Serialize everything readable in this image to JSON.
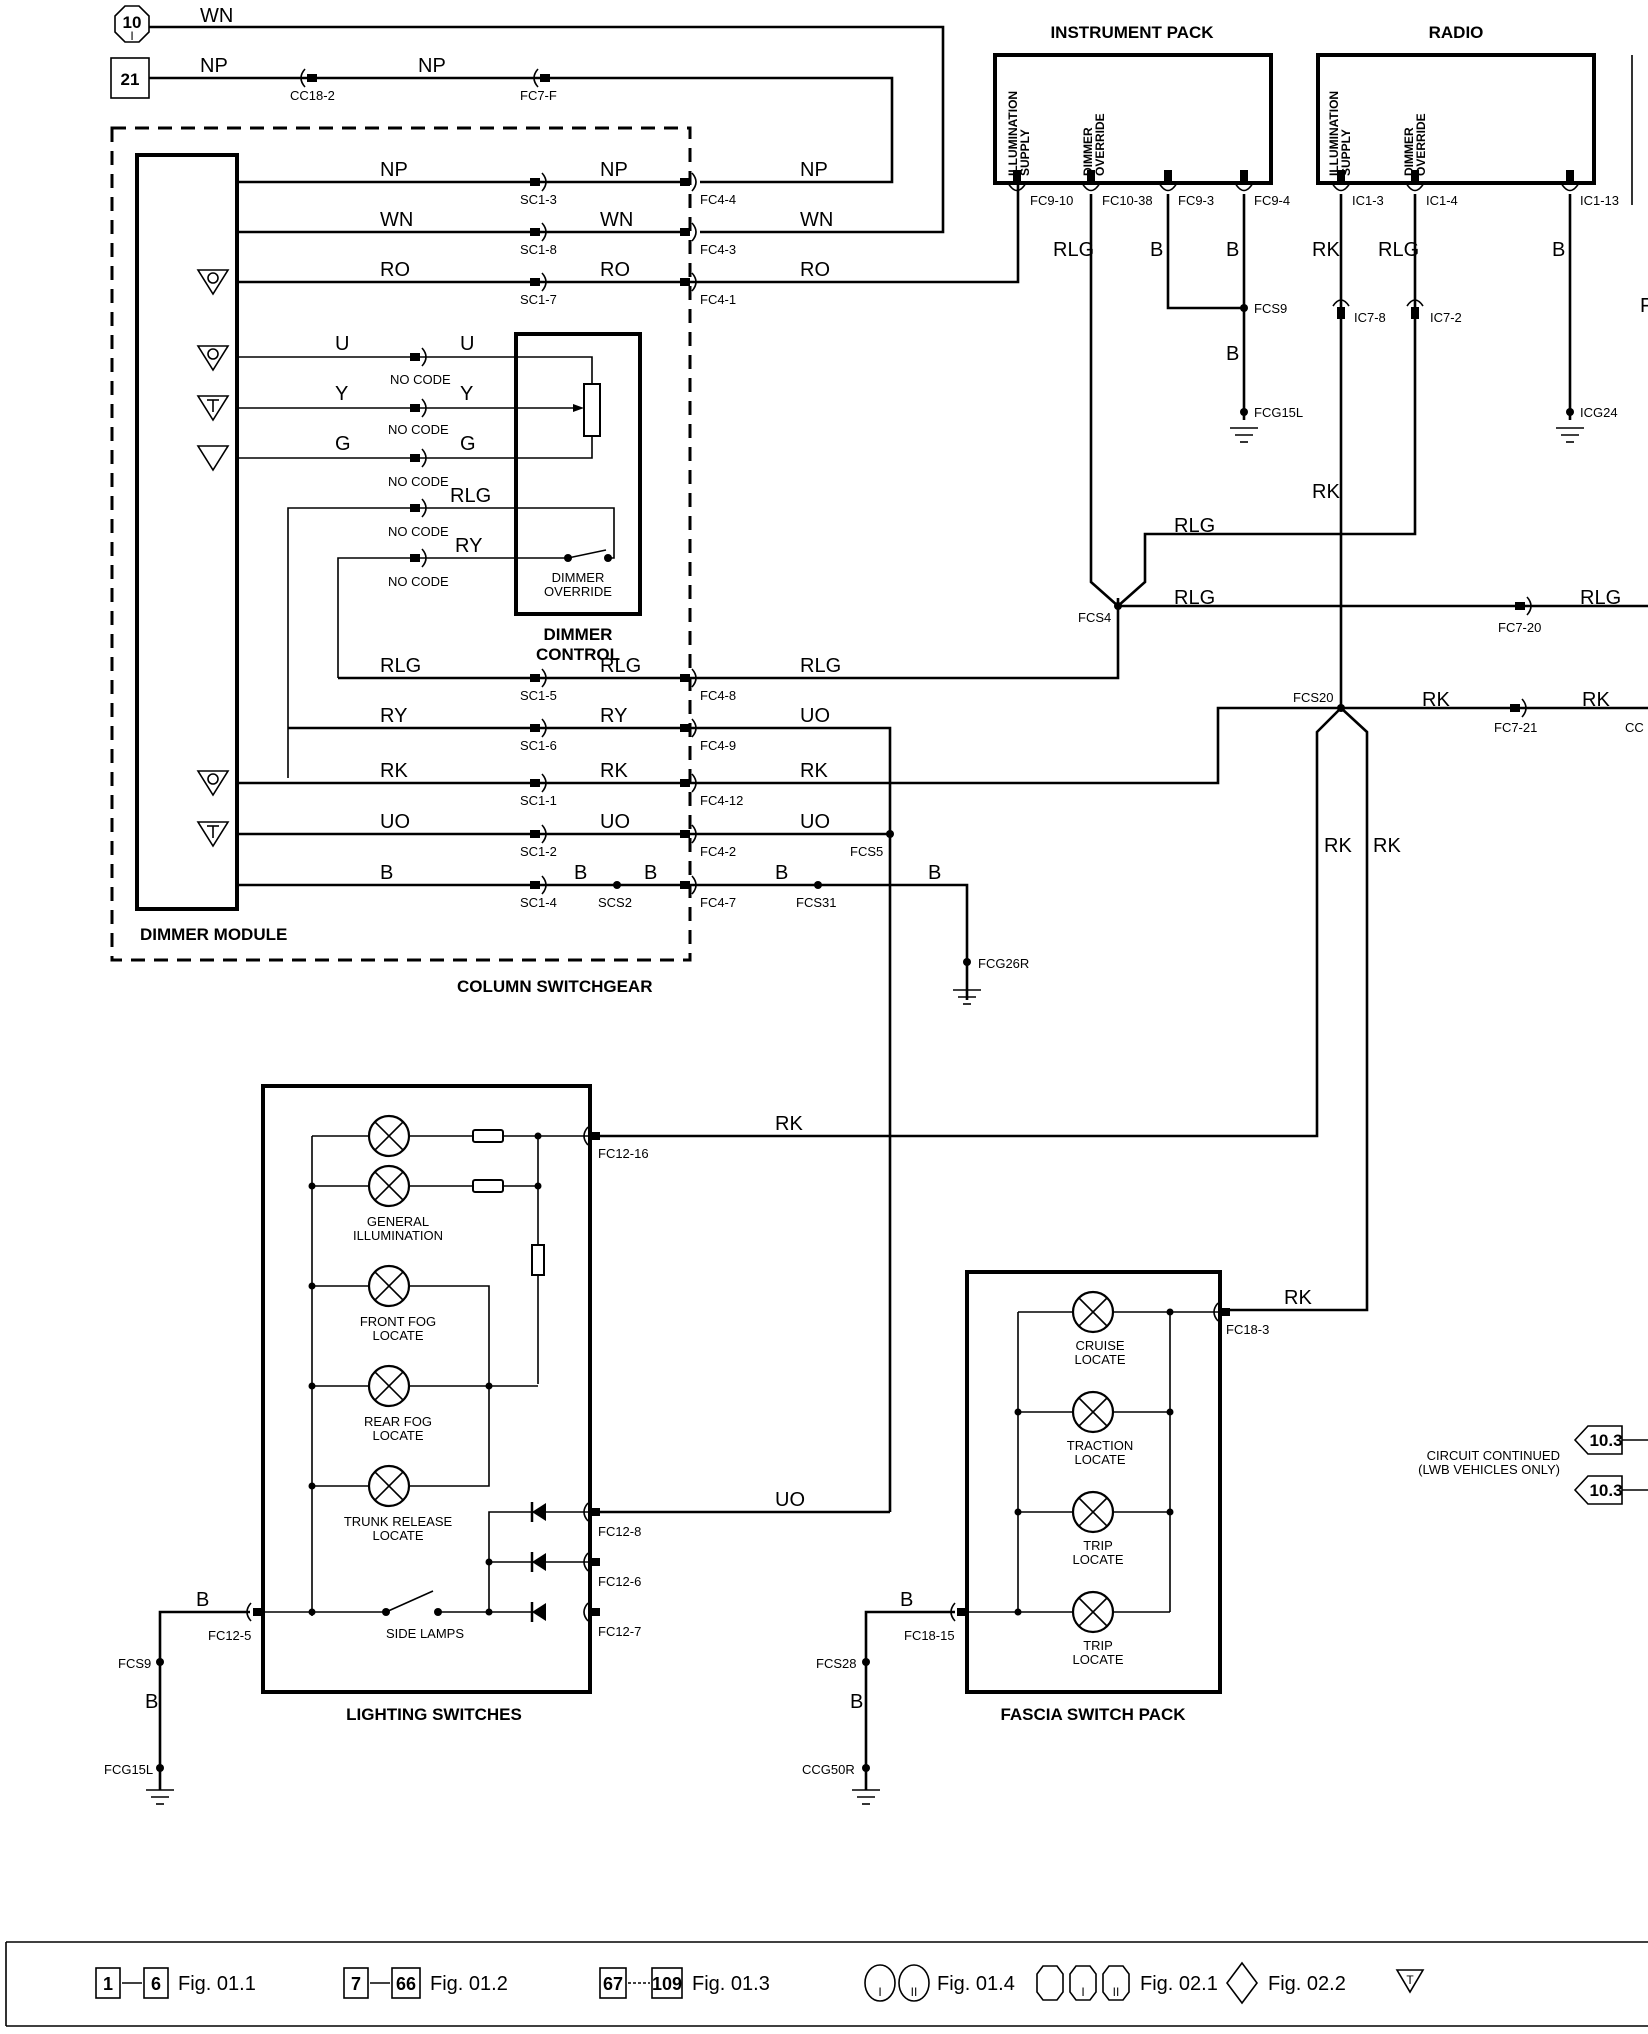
{
  "diagram": {
    "components": {
      "dimmer_module": "DIMMER MODULE",
      "column_switchgear": "COLUMN SWITCHGEAR",
      "dimmer_control": [
        "DIMMER",
        "CONTROL"
      ],
      "dimmer_override_switch": [
        "DIMMER",
        "OVERRIDE"
      ],
      "instrument_pack": "INSTRUMENT PACK",
      "radio": "RADIO",
      "lighting_switches": "LIGHTING SWITCHES",
      "fascia_switch_pack": "FASCIA SWITCH PACK",
      "side_lamps": "SIDE LAMPS"
    },
    "pin_labels": {
      "illumination_supply": [
        "ILLUMINATION",
        "SUPPLY"
      ],
      "dimmer_override": [
        "DIMMER",
        "OVERRIDE"
      ]
    },
    "refs": {
      "ref10": {
        "num": "10",
        "sub": "I"
      },
      "ref21": "21",
      "continued_a": "10.3",
      "continued_b": "10.3"
    },
    "note": [
      "CIRCUIT CONTINUED",
      "(LWB VEHICLES ONLY)"
    ],
    "lamps": {
      "general": [
        "GENERAL",
        "ILLUMINATION"
      ],
      "front_fog": [
        "FRONT FOG",
        "LOCATE"
      ],
      "rear_fog": [
        "REAR FOG",
        "LOCATE"
      ],
      "trunk": [
        "TRUNK RELEASE",
        "LOCATE"
      ],
      "cruise": [
        "CRUISE",
        "LOCATE"
      ],
      "traction": [
        "TRACTION",
        "LOCATE"
      ],
      "trip1": [
        "TRIP",
        "LOCATE"
      ],
      "trip2": [
        "TRIP",
        "LOCATE"
      ]
    },
    "wires": {
      "wn": "WN",
      "np": "NP",
      "ro": "RO",
      "u": "U",
      "y": "Y",
      "g": "G",
      "rlg": "RLG",
      "ry": "RY",
      "rk": "RK",
      "uo": "UO",
      "b": "B"
    },
    "connectors": {
      "cc18_2": "CC18-2",
      "fc7_f": "FC7-F",
      "sc1_3": "SC1-3",
      "sc1_8": "SC1-8",
      "sc1_7": "SC1-7",
      "sc1_5": "SC1-5",
      "sc1_6": "SC1-6",
      "sc1_1": "SC1-1",
      "sc1_2": "SC1-2",
      "sc1_4": "SC1-4",
      "no_code": "NO CODE",
      "fc4_4": "FC4-4",
      "fc4_3": "FC4-3",
      "fc4_1": "FC4-1",
      "fc4_8": "FC4-8",
      "fc4_9": "FC4-9",
      "fc4_12": "FC4-12",
      "fc4_2": "FC4-2",
      "fc4_7": "FC4-7",
      "scs2": "SCS2",
      "fcs5": "FCS5",
      "fcs31": "FCS31",
      "fcg26r": "FCG26R",
      "fc9_10": "FC9-10",
      "fc10_38": "FC10-38",
      "fc9_3": "FC9-3",
      "fc9_4": "FC9-4",
      "fcs9": "FCS9",
      "fcg15l": "FCG15L",
      "ic1_3": "IC1-3",
      "ic1_4": "IC1-4",
      "ic1_13": "IC1-13",
      "ic7_8": "IC7-8",
      "ic7_2": "IC7-2",
      "icg24": "ICG24",
      "fcs4": "FCS4",
      "fc7_20": "FC7-20",
      "fcs20": "FCS20",
      "fc7_21": "FC7-21",
      "cc": "CC",
      "fc12_16": "FC12-16",
      "fc12_8": "FC12-8",
      "fc12_6": "FC12-6",
      "fc12_7": "FC12-7",
      "fc12_5": "FC12-5",
      "fcs9b": "FCS9",
      "fcg15lb": "FCG15L",
      "fc18_3": "FC18-3",
      "fc18_15": "FC18-15",
      "fcs28": "FCS28",
      "ccg50r": "CCG50R"
    }
  },
  "legend": {
    "items": [
      {
        "from": "1",
        "to": "6",
        "fig": "Fig. 01.1"
      },
      {
        "from": "7",
        "to": "66",
        "fig": "Fig. 01.2"
      },
      {
        "from": "67",
        "to": "109",
        "fig": "Fig. 01.3"
      }
    ],
    "circle_fig": "Fig. 01.4",
    "circle_marks": [
      "I",
      "II"
    ],
    "octagon_fig": "Fig. 02.1",
    "octagon_marks": [
      "",
      "I",
      "II"
    ],
    "diamond_fig": "Fig. 02.2",
    "triangle_mark": "T"
  }
}
